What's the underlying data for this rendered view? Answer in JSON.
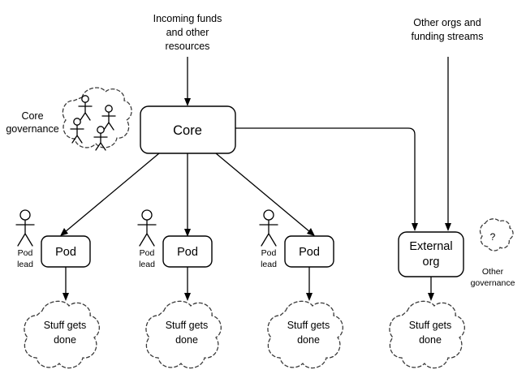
{
  "diagram": {
    "title_text_nodes": {
      "incoming_funds": [
        "Incoming funds",
        "and other",
        "resources"
      ],
      "other_orgs": [
        "Other orgs and",
        "funding streams"
      ],
      "core_governance": [
        "Core",
        "governance"
      ],
      "other_governance": [
        "Other",
        "governance"
      ]
    },
    "nodes": {
      "core": {
        "label": "Core",
        "shape": "rounded-rect"
      },
      "external_org": {
        "line1": "External",
        "line2": "org",
        "shape": "rounded-rect"
      },
      "pods": [
        {
          "label": "Pod",
          "lead_line1": "Pod",
          "lead_line2": "lead"
        },
        {
          "label": "Pod",
          "lead_line1": "Pod",
          "lead_line2": "lead"
        },
        {
          "label": "Pod",
          "lead_line1": "Pod",
          "lead_line2": "lead"
        }
      ],
      "outcome_clouds": [
        {
          "line1": "Stuff gets",
          "line2": "done"
        },
        {
          "line1": "Stuff gets",
          "line2": "done"
        },
        {
          "line1": "Stuff gets",
          "line2": "done"
        },
        {
          "line1": "Stuff gets",
          "line2": "done"
        }
      ],
      "governance_cloud": {
        "people_count": 4
      },
      "unknown_governance_cloud": {
        "marker": "?"
      }
    },
    "colors": {
      "background": "#ffffff",
      "stroke": "#000000",
      "dashed_stroke": "#3a3a3a",
      "text": "#000000"
    }
  }
}
